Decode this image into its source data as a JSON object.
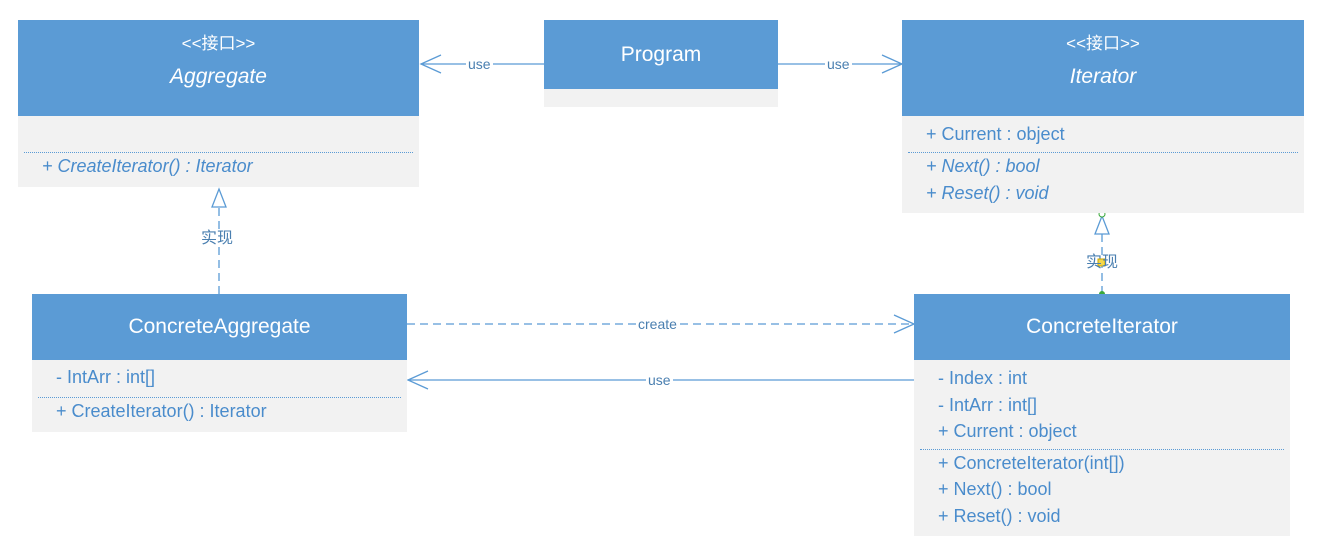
{
  "aggregate": {
    "stereotype": "<<接口>>",
    "name": "Aggregate",
    "operations": [
      "+ CreateIterator() : Iterator"
    ]
  },
  "program": {
    "name": "Program"
  },
  "iterator": {
    "stereotype": "<<接口>>",
    "name": "Iterator",
    "attributes": [
      "+ Current : object"
    ],
    "operations": [
      "+ Next() : bool",
      "+ Reset() : void"
    ]
  },
  "concrete_aggregate": {
    "name": "ConcreteAggregate",
    "attributes": [
      "- IntArr : int[]"
    ],
    "operations": [
      "+ CreateIterator() : Iterator"
    ]
  },
  "concrete_iterator": {
    "name": "ConcreteIterator",
    "attributes": [
      "- Index : int",
      "- IntArr : int[]",
      "+ Current : object"
    ],
    "operations": [
      "+ ConcreteIterator(int[])",
      "+ Next() : bool",
      "+ Reset() : void"
    ]
  },
  "relations": {
    "program_to_aggregate": "use",
    "program_to_iterator": "use",
    "aggregate_realization": "实现",
    "iterator_realization": "实现",
    "create": "create",
    "iterator_uses_aggregate": "use"
  },
  "colors": {
    "header": "#5b9bd5",
    "body": "#f2f2f2",
    "text": "#4a8ccc",
    "line": "#5b9bd5"
  }
}
